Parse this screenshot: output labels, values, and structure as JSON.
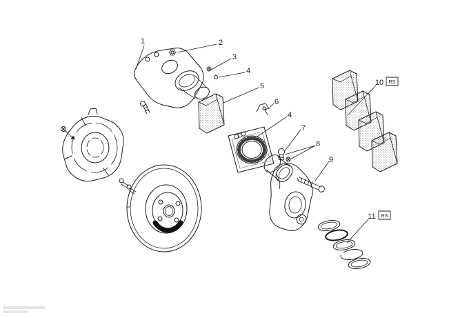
{
  "colors": {
    "background": "#ffffff",
    "ink": "#1a1a1a",
    "stipple": "#8f8f8f",
    "dark_fill": "#111111"
  },
  "callouts": {
    "n1": {
      "label": "1"
    },
    "n2": {
      "label": "2"
    },
    "n3": {
      "label": "3"
    },
    "n4a": {
      "label": "4"
    },
    "n5": {
      "label": "5"
    },
    "n6": {
      "label": "6"
    },
    "n4b": {
      "label": "4"
    },
    "n7": {
      "label": "7"
    },
    "n8": {
      "label": "8"
    },
    "n9": {
      "label": "9"
    },
    "n10": {
      "label": "10",
      "badge": "RS"
    },
    "n11": {
      "label": "11",
      "badge": "RS"
    }
  }
}
